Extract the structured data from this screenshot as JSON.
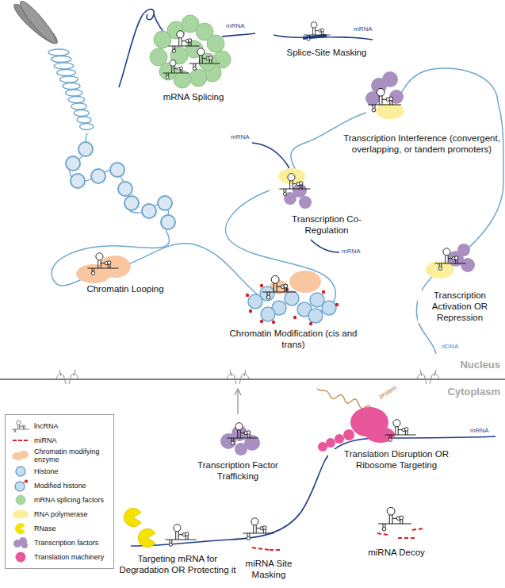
{
  "diagram": {
    "labels": [
      "mRNA",
      "mRNA",
      "Splice-Site Masking",
      "mRNA Splicing",
      "mRNA",
      "Transcription Interference (convergent, overlapping, or tandem promoters)",
      "Transcription Co-Regulation",
      "mRNA",
      "Chromatin Looping",
      "Transcription Activation OR Repression",
      "Chromatin Modification (cis and trans)",
      "dDNA",
      "Nucleus",
      "Cytoplasm",
      "protein",
      "mRNA",
      "Translation Disruption OR Ribosome Targeting",
      "Transcription Factor Trafficking",
      "miRNA Decoy",
      "Targeting mRNA for Degradation OR Protecting it",
      "miRNA Site Masking"
    ],
    "legend": [
      {
        "text": "lncRNA"
      },
      {
        "text": "miRNA"
      },
      {
        "text": "Chromatin modifying enzyme",
        "color": "#f9c79f"
      },
      {
        "text": "Histone",
        "color": "#c6dcef"
      },
      {
        "text": "Modified histone"
      },
      {
        "text": "mRNA splicing factors",
        "color": "#a8d5a0"
      },
      {
        "text": "RNA polymerase",
        "color": "#fbef9c"
      },
      {
        "text": "RNase",
        "color": "#f4e300"
      },
      {
        "text": "Transcription factors",
        "color": "#a990c0"
      },
      {
        "text": "Translation machinery",
        "color": "#e7579a"
      }
    ]
  }
}
